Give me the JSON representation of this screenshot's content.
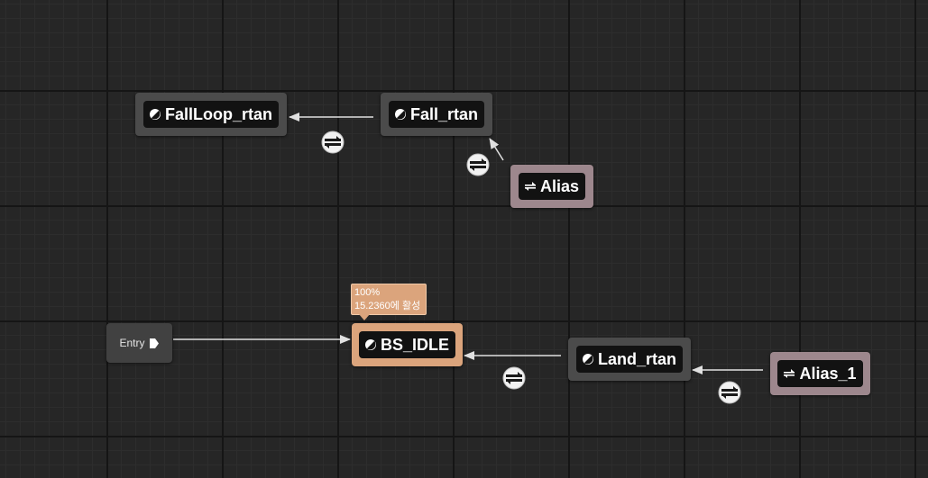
{
  "graph": {
    "entry": {
      "label": "Entry"
    },
    "active_tooltip": {
      "weight": "100%",
      "active_time": "15.2360에 활성"
    },
    "states": {
      "fallloop_rtan": {
        "label": "FallLoop_rtan",
        "icon": "state-icon"
      },
      "fall_rtan": {
        "label": "Fall_rtan",
        "icon": "state-icon"
      },
      "alias": {
        "label": "Alias",
        "icon": "alias-icon"
      },
      "bs_idle": {
        "label": "BS_IDLE",
        "icon": "state-icon"
      },
      "land_rtan": {
        "label": "Land_rtan",
        "icon": "state-icon"
      },
      "alias_1": {
        "label": "Alias_1",
        "icon": "alias-icon"
      }
    },
    "transitions": [
      {
        "from": "fall_rtan",
        "to": "fallloop_rtan"
      },
      {
        "from": "alias",
        "to": "fall_rtan"
      },
      {
        "from": "land_rtan",
        "to": "bs_idle"
      },
      {
        "from": "alias_1",
        "to": "land_rtan"
      },
      {
        "from": "entry",
        "to": "bs_idle"
      }
    ]
  },
  "colors": {
    "background": "#262626",
    "state_node": "#4b4b4b",
    "alias_node": "#9d878d",
    "active_node": "#dba47c",
    "wire": "#e0e0e0"
  }
}
